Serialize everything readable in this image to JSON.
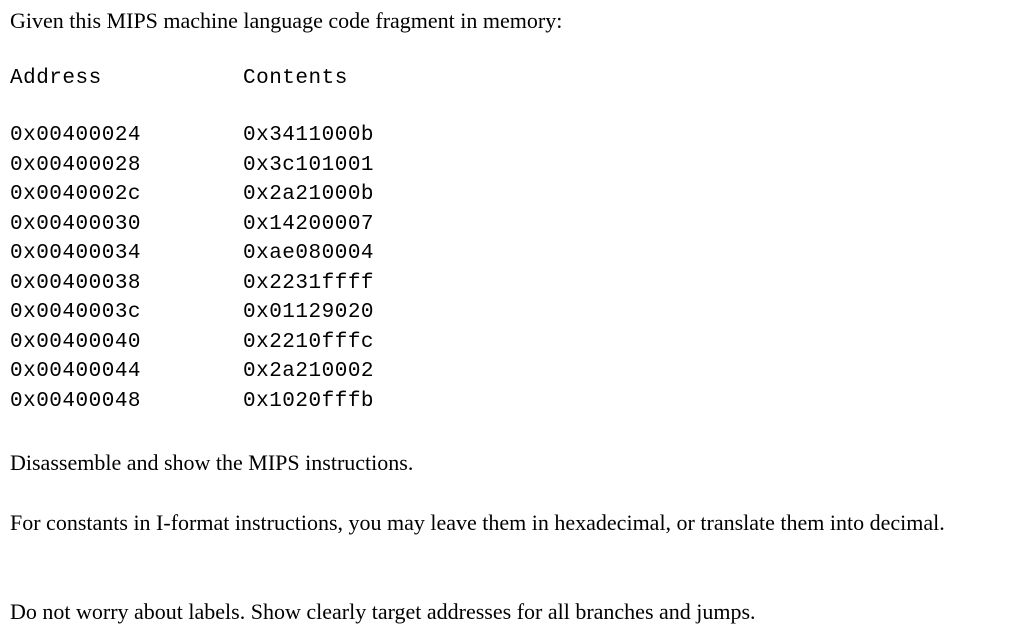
{
  "intro": "Given this MIPS machine language code fragment in memory:",
  "table": {
    "headers": {
      "address": "Address",
      "contents": "Contents"
    },
    "rows": [
      {
        "address": "0x00400024",
        "contents": "0x3411000b"
      },
      {
        "address": "0x00400028",
        "contents": "0x3c101001"
      },
      {
        "address": "0x0040002c",
        "contents": "0x2a21000b"
      },
      {
        "address": "0x00400030",
        "contents": "0x14200007"
      },
      {
        "address": "0x00400034",
        "contents": "0xae080004"
      },
      {
        "address": "0x00400038",
        "contents": "0x2231ffff"
      },
      {
        "address": "0x0040003c",
        "contents": "0x01129020"
      },
      {
        "address": "0x00400040",
        "contents": "0x2210fffc"
      },
      {
        "address": "0x00400044",
        "contents": "0x2a210002"
      },
      {
        "address": "0x00400048",
        "contents": "0x1020fffb"
      }
    ]
  },
  "paragraphs": {
    "disassemble": "Disassemble and show the MIPS instructions.",
    "constants": "For constants in I-format instructions, you may leave them in hexadecimal, or translate them into decimal.",
    "labels": "Do not worry about labels. Show clearly target addresses for all branches and jumps."
  }
}
